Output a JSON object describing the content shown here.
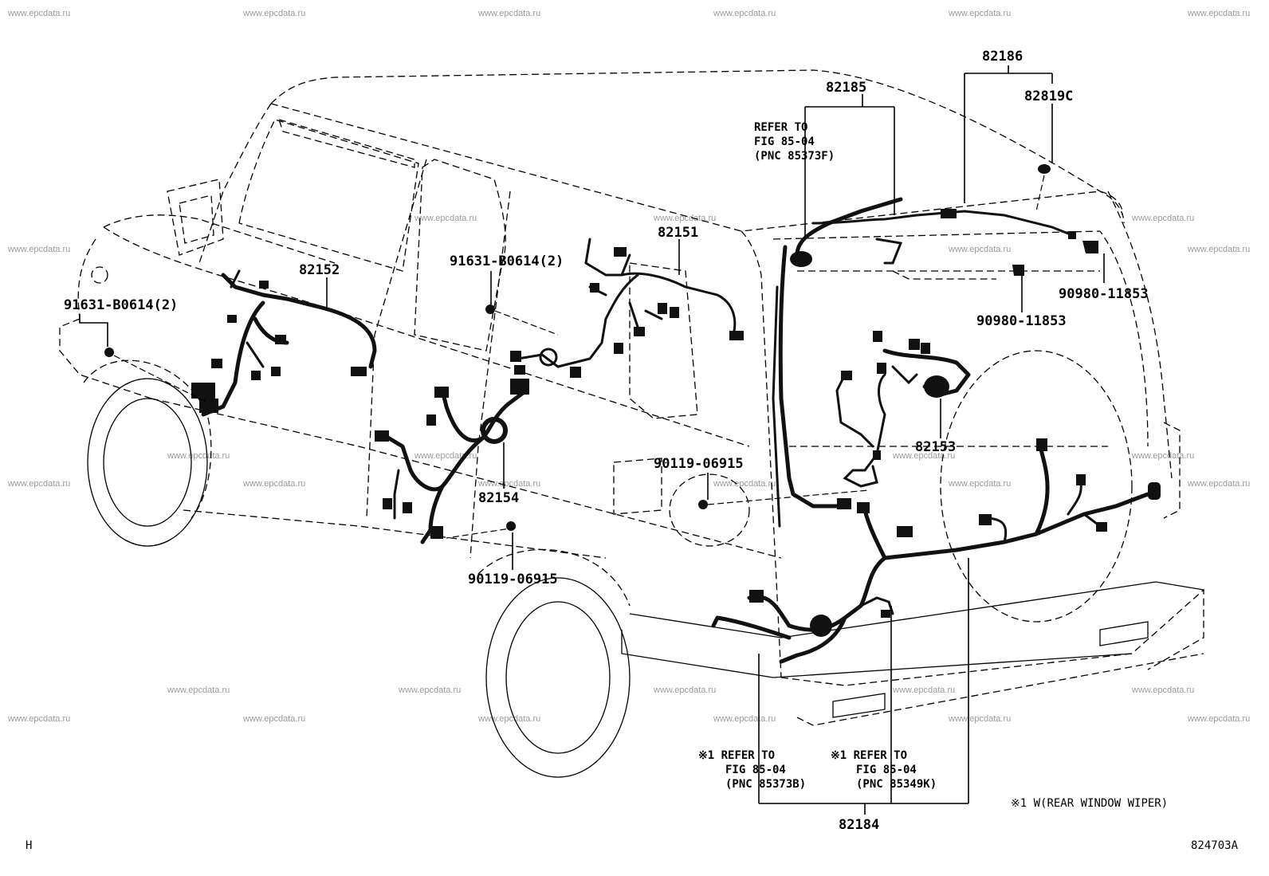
{
  "watermark": "www.epcdata.ru",
  "parts": {
    "p82186": "82186",
    "p82819c": "82819C",
    "p82185": "82185",
    "p82151": "82151",
    "p82152": "82152",
    "p82153": "82153",
    "p82154": "82154",
    "p82184": "82184",
    "p90980a": "90980-11853",
    "p90980b": "90980-11853",
    "p91631a": "91631-B0614(2)",
    "p91631b": "91631-B0614(2)",
    "p90119a": "90119-06915",
    "p90119b": "90119-06915"
  },
  "refer_top": {
    "l1": "REFER TO",
    "l2": "FIG 85-04",
    "l3": "(PNC 85373F)"
  },
  "refer_left": {
    "l1": "※1 REFER TO",
    "l2": "FIG 85-04",
    "l3": "(PNC 85373B)"
  },
  "refer_right": {
    "l1": "※1 REFER TO",
    "l2": "FIG 85-04",
    "l3": "(PNC 85349K)"
  },
  "footnote": "※1 W(REAR WINDOW WIPER)",
  "corner_left": "H",
  "diagram_id": "824703A"
}
